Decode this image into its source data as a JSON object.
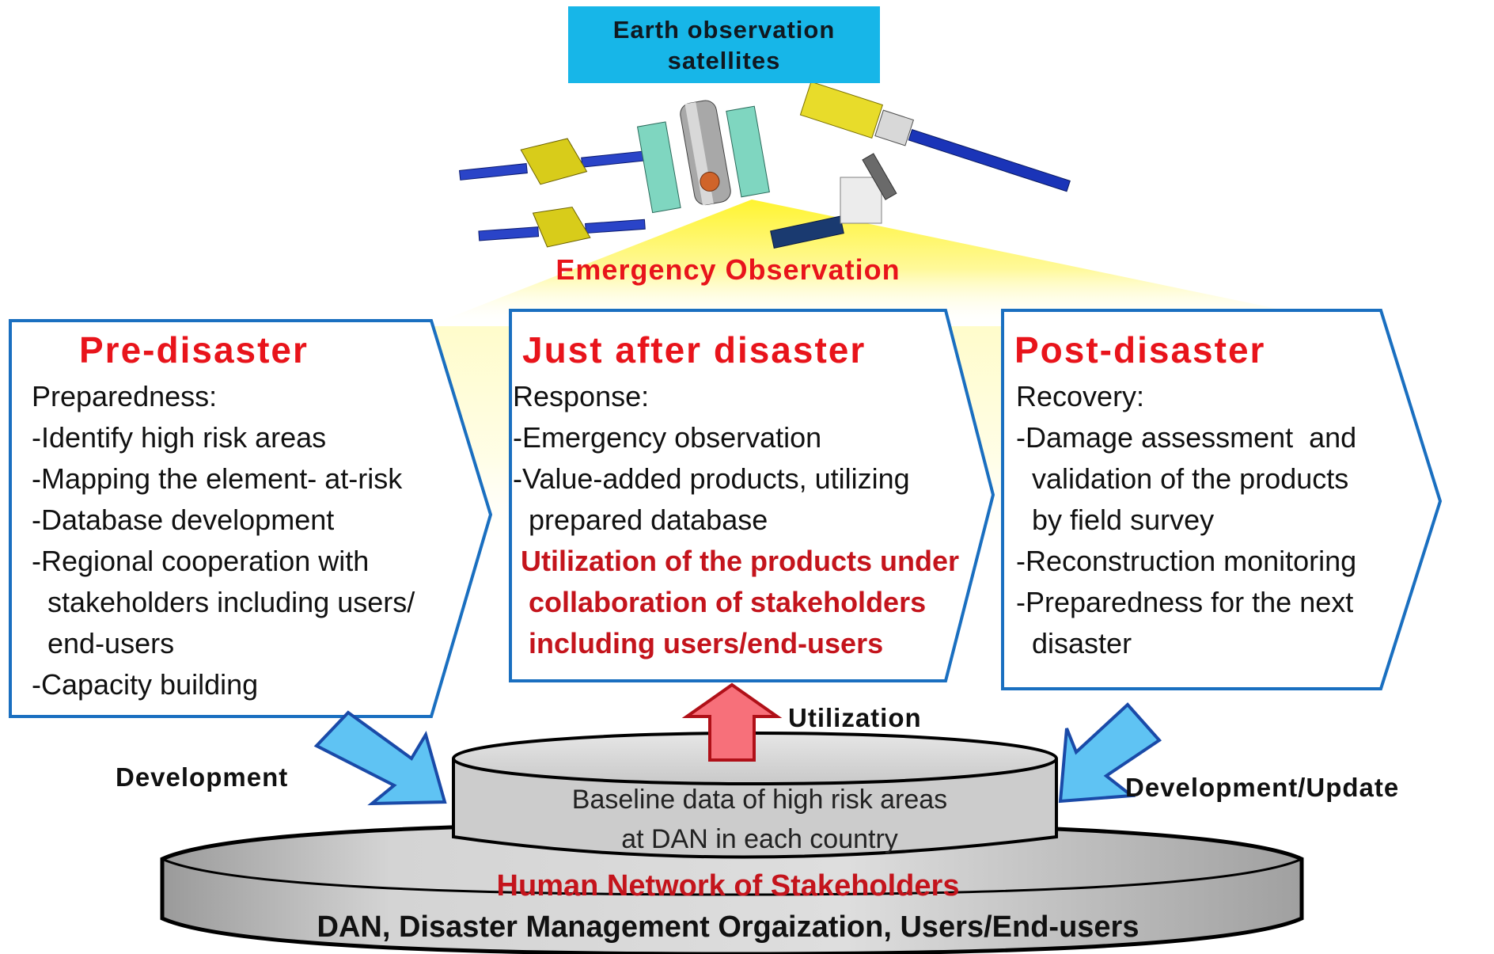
{
  "satellites_title": "Earth observation satellites",
  "emergency_label": "Emergency Observation",
  "phases": [
    {
      "title": "Pre-disaster",
      "lines": [
        {
          "text": "Preparedness:"
        },
        {
          "text": "-Identify high risk areas"
        },
        {
          "text": "-Mapping the element- at-risk"
        },
        {
          "text": "-Database development"
        },
        {
          "text": "-Regional cooperation with"
        },
        {
          "text": "  stakeholders including users/"
        },
        {
          "text": "  end-users"
        },
        {
          "text": "-Capacity building"
        }
      ]
    },
    {
      "title": "Just after disaster",
      "lines": [
        {
          "text": "Response:"
        },
        {
          "text": "-Emergency observation"
        },
        {
          "text": "-Value-added products, utilizing"
        },
        {
          "text": "  prepared database"
        },
        {
          "text": " Utilization of the products under",
          "highlight": true
        },
        {
          "text": "  collaboration of stakeholders",
          "highlight": true
        },
        {
          "text": "  including users/end-users",
          "highlight": true
        }
      ]
    },
    {
      "title": "Post-disaster",
      "lines": [
        {
          "text": "Recovery:"
        },
        {
          "text": "-Damage assessment  and"
        },
        {
          "text": "  validation of the products"
        },
        {
          "text": "  by field survey"
        },
        {
          "text": "-Reconstruction monitoring"
        },
        {
          "text": "-Preparedness for the next"
        },
        {
          "text": "  disaster"
        }
      ]
    }
  ],
  "flows": {
    "development": "Development",
    "utilization": "Utilization",
    "development_update": "Development/Update"
  },
  "baseline": {
    "line1": "Baseline data of high risk areas",
    "line2": "at DAN in each country"
  },
  "network": {
    "title": "Human Network of Stakeholders",
    "subtitle": "DAN, Disaster Management Orgaization, Users/End-users"
  },
  "colors": {
    "satellite_box": "#17b6e8",
    "phase_border": "#1a6fc0",
    "title_red": "#e8141b",
    "highlight_red": "#c4141c",
    "beam_yellow": "#fff45a",
    "blue_arrow": "#5fc3f3",
    "red_arrow": "#f7707a",
    "disk_gray": "#c8c8c8"
  }
}
